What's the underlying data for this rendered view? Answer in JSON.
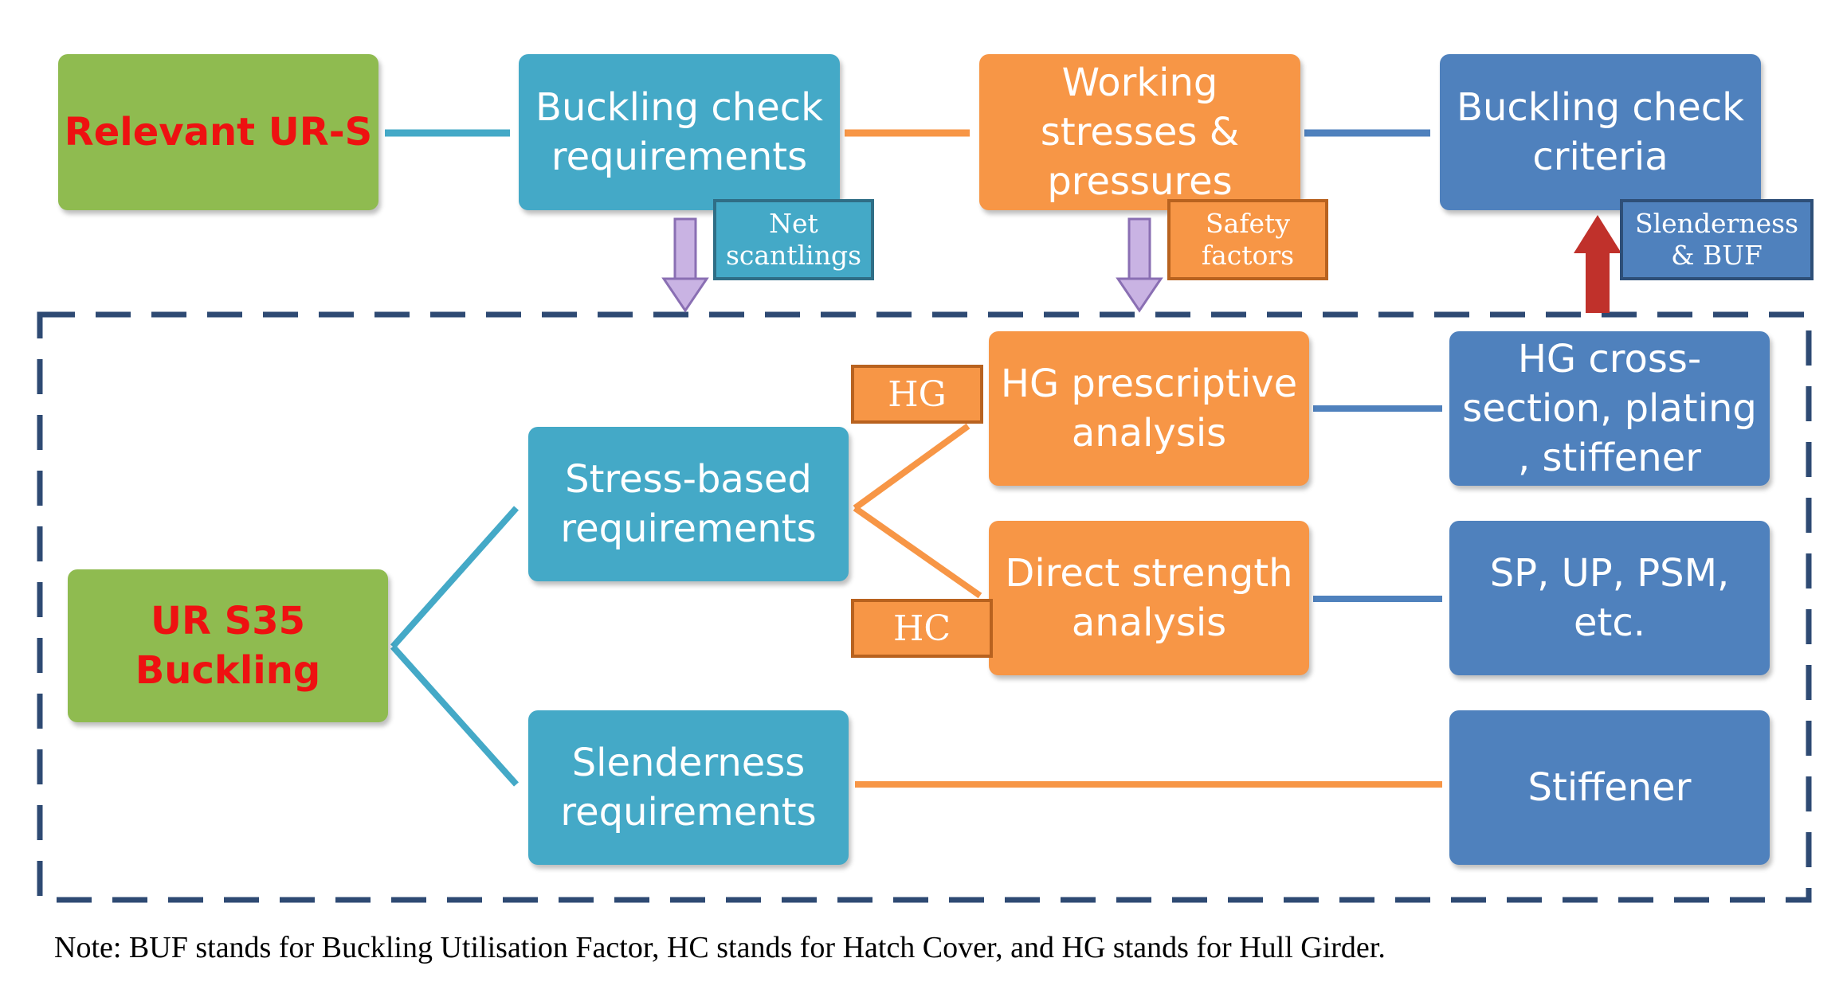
{
  "top_row": {
    "relevant_ur": "Relevant UR-S",
    "buckling_check_requirements": "Buckling check requirements",
    "working_stresses": "Working stresses & pressures",
    "buckling_check_criteria": "Buckling check criteria"
  },
  "tags": {
    "net_scantlings": "Net scantlings",
    "safety_factors": "Safety factors",
    "slenderness_buf": "Slenderness & BUF",
    "hg": "HG",
    "hc": "HC"
  },
  "bottom_section": {
    "ur_s35": "UR S35 Buckling",
    "stress_based": "Stress-based requirements",
    "slenderness_requirements": "Slenderness requirements",
    "hg_prescriptive": "HG prescriptive analysis",
    "direct_strength": "Direct strength analysis",
    "hg_cross_section": "HG cross-section, plating , stiffener",
    "sp_up_psm": "SP, UP, PSM, etc.",
    "stiffener": "Stiffener"
  },
  "note": "Note: BUF stands for Buckling Utilisation Factor, HC stands for Hatch Cover, and HG stands for Hull Girder.",
  "colors": {
    "green": "#8fbb50",
    "teal": "#44a9c7",
    "orange": "#f79646",
    "blue": "#4f81bd",
    "red_text": "#ee1111",
    "dashed_border": "#2e4a73",
    "arrow_purple": "#c9b3e3",
    "arrow_red": "#c0312b"
  }
}
